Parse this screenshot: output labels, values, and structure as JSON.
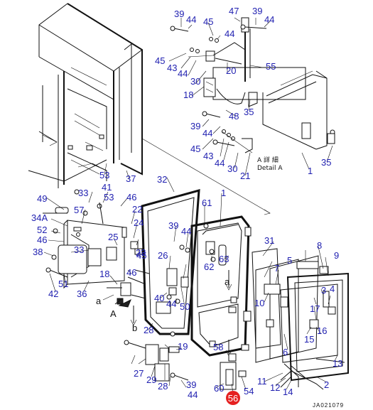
{
  "callouts": [
    "39",
    "44",
    "47",
    "39",
    "44",
    "45",
    "44",
    "45",
    "43",
    "44",
    "55",
    "20",
    "30",
    "18",
    "48",
    "35",
    "39",
    "44",
    "45",
    "43",
    "44",
    "30",
    "21",
    "1",
    "35",
    "53",
    "37",
    "49",
    "33",
    "41",
    "53",
    "46",
    "57",
    "34A",
    "52",
    "22",
    "46",
    "38",
    "33",
    "25",
    "23",
    "24",
    "42",
    "51",
    "36",
    "18",
    "46",
    "40",
    "44",
    "45",
    "a",
    "A",
    "b",
    "28",
    "27",
    "29",
    "28",
    "39",
    "44",
    "32",
    "1",
    "61",
    "39",
    "44",
    "26",
    "62",
    "63",
    "50",
    "a",
    "31",
    "8",
    "9",
    "7",
    "5",
    "10",
    "17",
    "16",
    "6",
    "13",
    "19",
    "58",
    "60",
    "54",
    "11",
    "12",
    "14",
    "2",
    "3",
    "4",
    "15"
  ],
  "highlight": {
    "number": "56",
    "color": "#e52020"
  },
  "detail_caption": {
    "jp": "A 詳 細",
    "en": "Detail A"
  },
  "drawing_code": "JA021079",
  "colors": {
    "callout": "#1f1fb0",
    "line": "#111111"
  }
}
